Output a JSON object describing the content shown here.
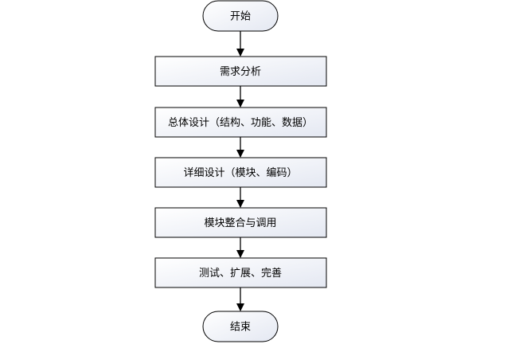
{
  "flowchart": {
    "start": "开始",
    "steps": [
      "需求分析",
      "总体设计（结构、功能、数据）",
      "详细设计（模块、编码）",
      "模块整合与调用",
      "测试、扩展、完善"
    ],
    "end": "结束"
  }
}
